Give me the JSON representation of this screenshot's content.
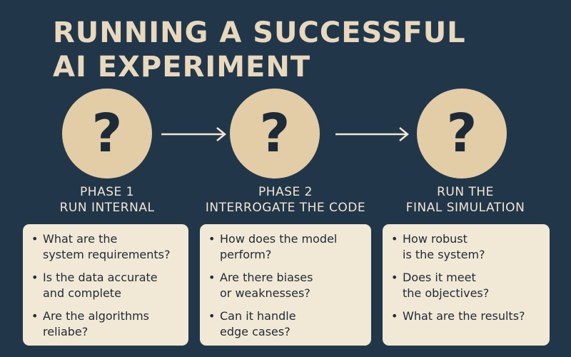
{
  "title": {
    "line1": "RUNNING A SUCCESSFUL",
    "line2": "AI EXPERIMENT"
  },
  "colors": {
    "background": "#213649",
    "title": "#e8d8bd",
    "circle": "#e2cda6",
    "card": "#f1e8d6"
  },
  "phases": [
    {
      "icon": "?",
      "label_line1": "PHASE 1",
      "label_line2": "RUN INTERNAL",
      "bullets": [
        [
          "What are the",
          "system requirements?"
        ],
        [
          "Is the data accurate",
          "and complete"
        ],
        [
          "Are the algorithms",
          "reliabe?"
        ]
      ]
    },
    {
      "icon": "?",
      "label_line1": "PHASE 2",
      "label_line2": "INTERROGATE THE CODE",
      "bullets": [
        [
          "How does the model",
          "perform?"
        ],
        [
          "Are there biases",
          "or weaknesses?"
        ],
        [
          "Can it handle",
          "edge cases?"
        ]
      ]
    },
    {
      "icon": "?",
      "label_line1": "RUN THE",
      "label_line2": "FINAL SIMULATION",
      "bullets": [
        [
          "How robust",
          "is the system?"
        ],
        [
          "Does it meet",
          "the objectives?"
        ],
        [
          "What are the results?"
        ]
      ]
    }
  ]
}
